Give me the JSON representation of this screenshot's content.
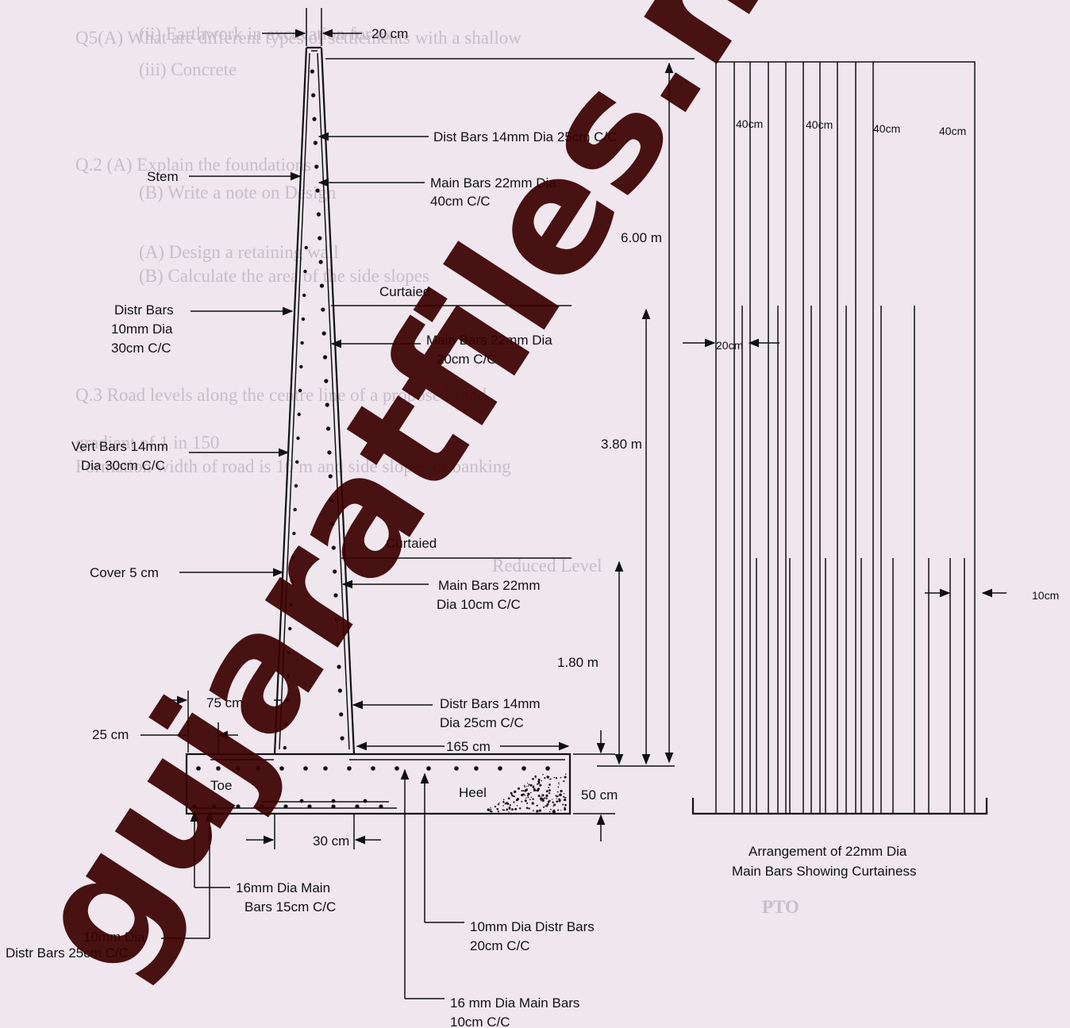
{
  "labels": {
    "top_width": "20 cm",
    "dist_bars_top": "Dist Bars 14mm Dia 25cm C/C",
    "stem": "Stem",
    "main_bars_1_l1": "Main Bars 22mm Dia",
    "main_bars_1_l2": "40cm C/C",
    "curtailed_1": "Curtaied",
    "distr_bars_10_l1": "Distr Bars",
    "distr_bars_10_l2": "10mm Dia",
    "distr_bars_10_l3": "30cm C/C",
    "main_bars_2_l1": "Main Bars 22mm Dia",
    "main_bars_2_l2": "20cm C/C",
    "vert_bars_l1": "Vert Bars 14mm",
    "vert_bars_l2": "Dia 30cm C/C",
    "curtailed_2": "Curtaied",
    "cover": "Cover 5 cm",
    "main_bars_3_l1": "Main Bars 22mm",
    "main_bars_3_l2": "Dia 10cm C/C",
    "distr_bars_14_l1": "Distr Bars 14mm",
    "distr_bars_14_l2": "Dia 25cm C/C",
    "dim_75": "75 cm",
    "dim_25": "25 cm",
    "dim_165": "165 cm",
    "toe": "Toe",
    "heel": "Heel",
    "dim_50": "50 cm",
    "dim_30": "30 cm",
    "main16_l1": "16mm Dia Main",
    "main16_l2": "Bars 15cm C/C",
    "distr10_bot_l1": "10mm Dia",
    "distr10_bot_l2": "Distr Bars 25cm C/C",
    "distr10_heel_l1": "10mm Dia Distr Bars",
    "distr10_heel_l2": "20cm C/C",
    "main16_heel_l1": "16 mm Dia Main Bars",
    "main16_heel_l2": "10cm C/C",
    "h_600": "6.00 m",
    "h_380": "3.80 m",
    "h_180": "1.80 m",
    "spacing_40": [
      "40cm",
      "40cm",
      "40cm",
      "40cm"
    ],
    "spacing_20": "20cm",
    "spacing_10": "10cm",
    "arrangement_l1": "Arrangement of 22mm Dia",
    "arrangement_l2": "Main Bars Showing Curtainess"
  },
  "background_text": [
    "Q5(A)   What are different types of settlements with a shallow",
    "(ii)     Earthwork in excavation for ex",
    "(iii)    Concrete",
    "Q.2  (A)   Explain the foundations",
    "(B)   Write a note on Design",
    "(A)   Design a retaining wall",
    "(B)   Calculate the area of the side slopes",
    "Q.3  Road levels along the centre line of a proposed road",
    "gradient of 1 in 150",
    "Formation width of road is 10 m and side slopes of banking",
    "Reduced Level",
    "PTO"
  ],
  "watermark": "gujaratfiles.net",
  "colors": {
    "background": "#efe6ee",
    "line": "#111111",
    "background_text": "#c9bdc8",
    "watermark": "#3a0000"
  }
}
